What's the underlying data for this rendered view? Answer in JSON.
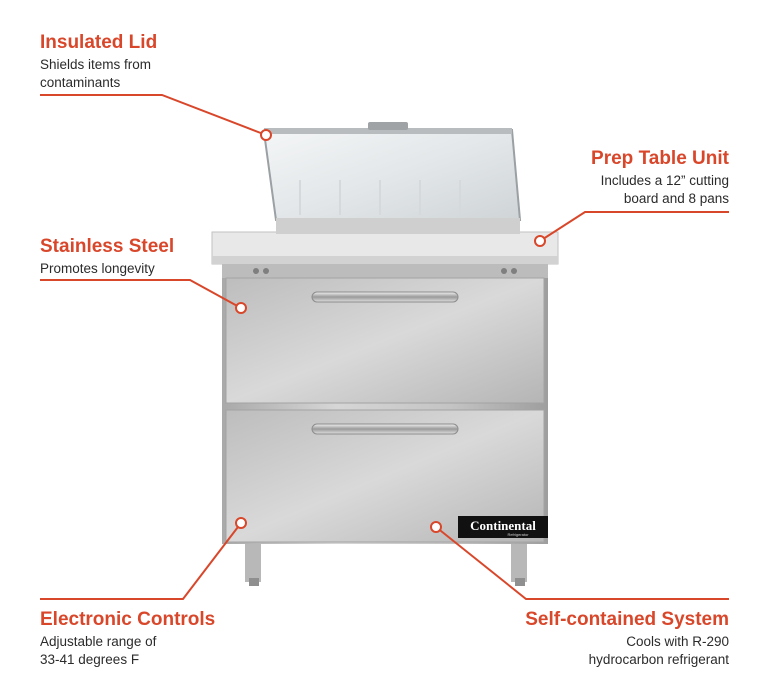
{
  "callouts": {
    "insulated_lid": {
      "title": "Insulated Lid",
      "desc_line1": "Shields items from",
      "desc_line2": "contaminants"
    },
    "prep_table": {
      "title": "Prep Table Unit",
      "desc_line1": "Includes a 12” cutting",
      "desc_line2": "board and 8 pans"
    },
    "stainless": {
      "title": "Stainless Steel",
      "desc_line1": "Promotes longevity"
    },
    "electronic": {
      "title": "Electronic Controls",
      "desc_line1": "Adjustable range of",
      "desc_line2": "33-41 degrees F"
    },
    "self_contained": {
      "title": "Self-contained System",
      "desc_line1": "Cools with R-290",
      "desc_line2": "hydrocarbon refrigerant"
    }
  },
  "brand": {
    "name": "Continental",
    "sub": "Refrigerator"
  },
  "colors": {
    "accent": "#d9472b",
    "steel": "#c9c9c9",
    "text": "#2b2b2b"
  }
}
